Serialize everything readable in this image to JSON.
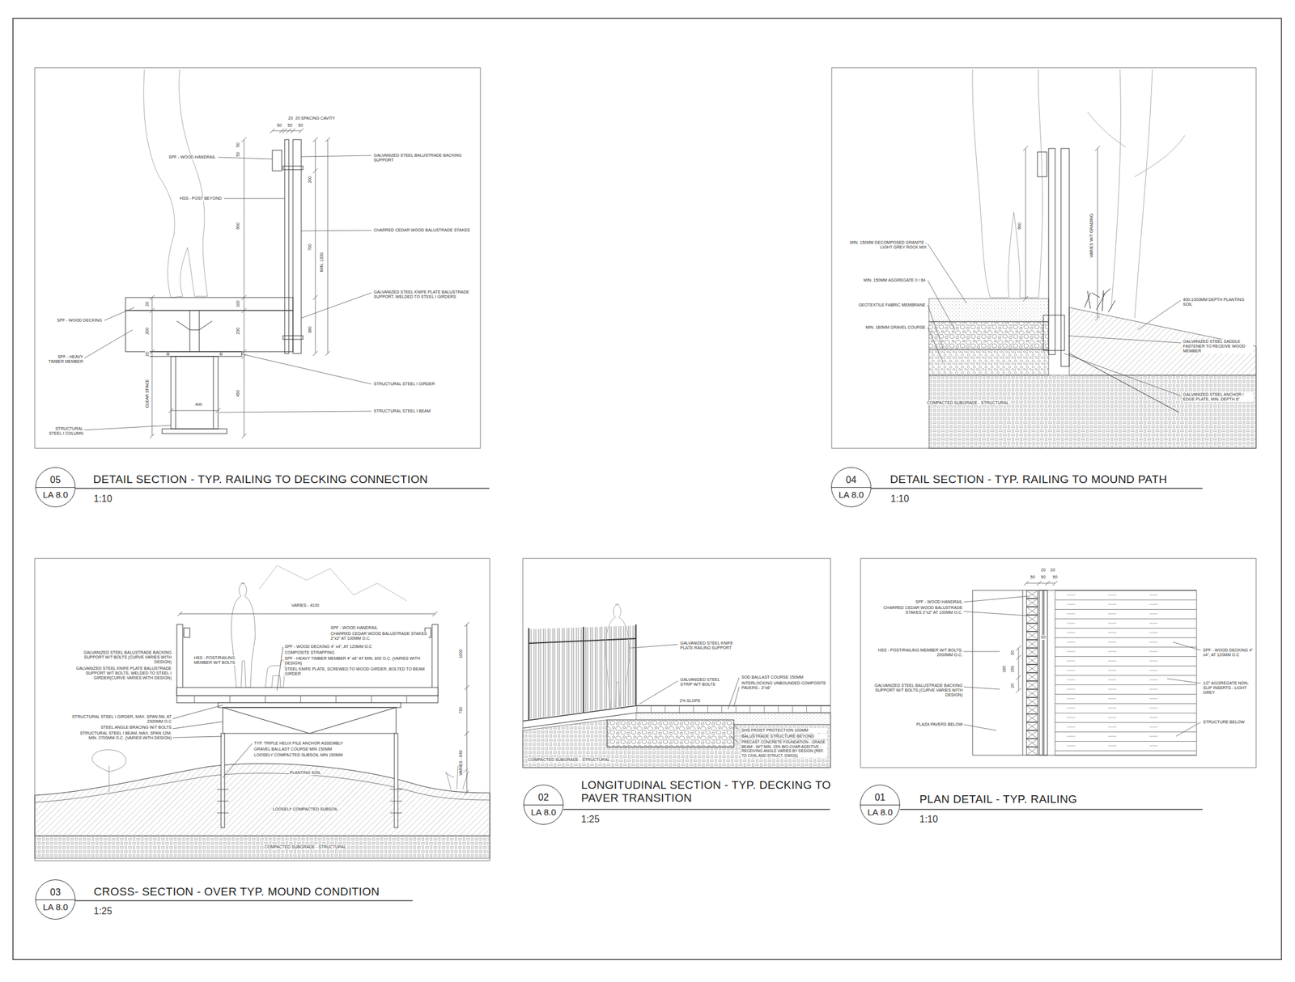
{
  "diagram": {
    "nodes": [
      {
        "text": [
          "05",
          "LA 8.0"
        ]
      },
      {
        "text": [
          "04",
          "LA 8.0"
        ]
      },
      {
        "text": [
          "03",
          "LA 8.0"
        ]
      },
      {
        "text": [
          "02",
          "LA 8.0"
        ]
      },
      {
        "text": [
          "01",
          "LA 8.0"
        ]
      }
    ],
    "labels": [
      "20",
      "20 SPACING CAVITY",
      "50",
      "50",
      "50",
      "50",
      "50",
      "SPF - WOOD HANDRAIL",
      "GALVANIZED STEEL BALUSTRADE BACKING SUPPORT",
      "HSS - POST BEYOND",
      "900",
      "200",
      "700",
      "MIN. 1330",
      "CHARRED CEDAR WOOD BALUSTRADE STAKES",
      "GALVANIZED STEEL KNIFE PLATE BALUSTRADE SUPPORT, WELDED TO STEEL I GIRDERS",
      "SPF - WOOD DECKING",
      "20",
      "100",
      "200",
      "230",
      "380",
      "20",
      "SPF - HEAVY TIMBER MEMBER",
      "CLEAR SPACE",
      "450",
      "400",
      "STRUCTURAL STEEL I GIRDER",
      "STRUCTURAL STEEL I BEAM",
      "STRUCTURAL STEEL I COLUMN",
      "DETAIL SECTION - TYP. RAILING TO DECKING CONNECTION",
      "1:10",
      "900",
      "VARIES W/T GRADING",
      "MIN. 150MM DECOMPOSED GRANITE - LIGHT GREY ROCK MIX",
      "MIN. 150MM AGGREGATE 0 / 64",
      "GEOTEXTILE FABRIC MEMBRANE",
      "MIN. 180MM GRAVEL COURSE",
      "COMPACTED SUBGRADE - STRUCTURAL",
      "400-1000MM DEPTH PLANTING SOIL",
      "GALVANIZED STEEL SADDLE FASTENER TO RECEIVE WOOD MEMBER",
      "GALVANIZED STEEL ANCHOR / EDGE PLATE, MIN. DEPTH 6\"",
      "DETAIL SECTION - TYP. RAILING TO MOUND PATH",
      "1:10",
      "VARIES - 4100",
      "SPF - WOOD HANDRAIL",
      "CHARRED CEDAR WOOD BALUSTRADE STAKES 2\"x2\" AT 100MM O.C.",
      "GALVANIZED STEEL BALUSTRADE BACKING SUPPORT W/T BOLTS (CURVE VARIES WITH DESIGN)",
      "HSS - POST/RAILING MEMBER W/T BOLTS",
      "GALVANIZED STEEL KNIFE PLATE BALUSTRADE SUPPORT W/T BOLTS, WELDED TO STEEL I GIRDER(CURVE VARIES WITH DESIGN)",
      "SPF - WOOD DECKING 4\" x4\", AT 120MM O.C",
      "COMPOSITE STRAPPING",
      "SPF - HEAVY TIMBER MEMBER 4\" x8\" AT MIN. 600 O.C. (VARIES WITH DESIGN)",
      "STEEL KNIFE PLATE, SCREWED TO WOOD GIRDER, BOLTED TO BEAM GIRDER",
      "1000",
      "730",
      "VARIES - 640",
      "STRUCTURAL STEEL I GIRDER, MAX. SPAN 5M, AT 2300MM O.C",
      "STEEL ANGLE BRACING W/T BOLTS",
      "STRUCTURAL STEEL I BEAM, MAX. SPAN 12M, MIN. 2700MM O.C. (VARIES WITH DESIGN)",
      "TYP. TRIPLE HELIX PILE ANCHOR ASSEMBLY",
      "GRAVEL BALLAST COURSE MIN 150MM",
      "LOOSELY COMPACTED SUBSOIL MIN 150MM",
      "PLANTING SOIL",
      "LOOSELY COMPACTED SUBSOIL",
      "COMPACTED SUBGRADE - STRUCTURAL",
      "CROSS- SECTION - OVER TYP. MOUND CONDITION",
      "1:25",
      "GALVANIZED STEEL KNIFE PLATE RAILING SUPPORT",
      "GALVANIZED STEEL STRIP W/T BOLTS",
      "2% SLOPE",
      "SOD BALLAST COURSE 150MM",
      "INTERLOCKING UNBOUNDED COMPOSITE PAVERS - 3\"x6\"",
      "SHS FROST PROTECTION 100MM",
      "BALUSTRADE STRUCTURE BEYOND",
      "PRECAST CONCRETE FOUNDATION - GRADE BEAM - W/T MIN. 15% BIO-CHAR ADDITIVE - RECEIVING ANGLE VARIES BY DESIGN (REF. TO CIVIL AND STRUCT. DWGS)",
      "COMPACTED SUBGRADE - STRUCTURAL",
      "LONGITUDINAL SECTION - TYP. DECKING TO PAVER TRANSITION",
      "1:25",
      "20",
      "20",
      "50",
      "50",
      "50",
      "SPF - WOOD HANDRAIL",
      "CHARRED CEDAR WOOD BALUSTRADE STAKES 2\"x2\" AT 100MM O.C.",
      "90",
      "HSS - POST/RAILING MEMBER W/T BOLTS, 2000MM O.C.",
      "20",
      "150",
      "180",
      "20",
      "GALVANIZED STEEL BALUSTRADE BACKING SUPPORT W/T BOLTS (CURVE VARIES WITH DESIGN)",
      "PLAZA PAVERS BELOW",
      "SPF - WOOD DECKING 4\" x4\", AT 120MM O.C",
      "1/2\" AGGREGATE NON-SLIP INSERTS - LIGHT GREY",
      "STRUCTURE BELOW",
      "PLAN DETAIL - TYP. RAILING",
      "1:10"
    ]
  }
}
